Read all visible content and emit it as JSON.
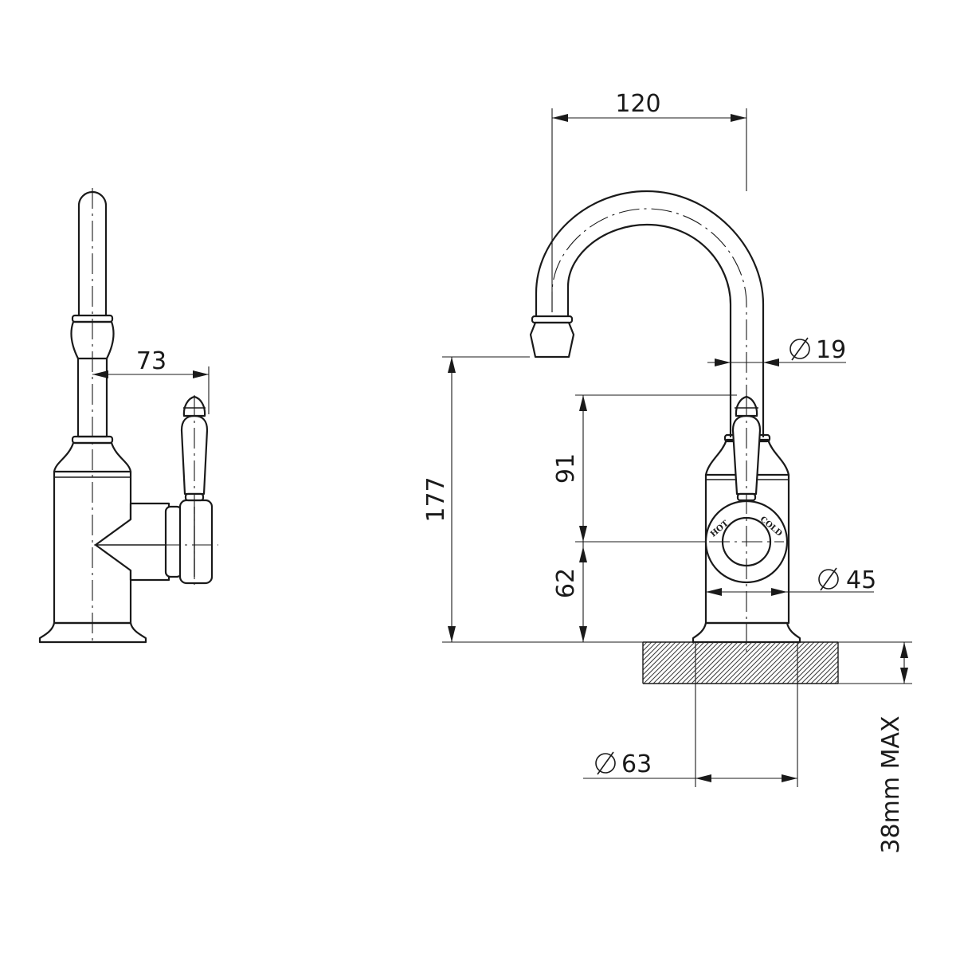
{
  "dimensions": {
    "side_reach": "73",
    "spout_reach": "120",
    "spout_diameter": "19",
    "total_height": "177",
    "handle_height": "91",
    "handle_center_height": "62",
    "body_diameter": "45",
    "base_diameter": "63",
    "bench_thickness": "38mm MAX"
  },
  "handle_labels": {
    "hot": "HOT",
    "cold": "COLD"
  }
}
